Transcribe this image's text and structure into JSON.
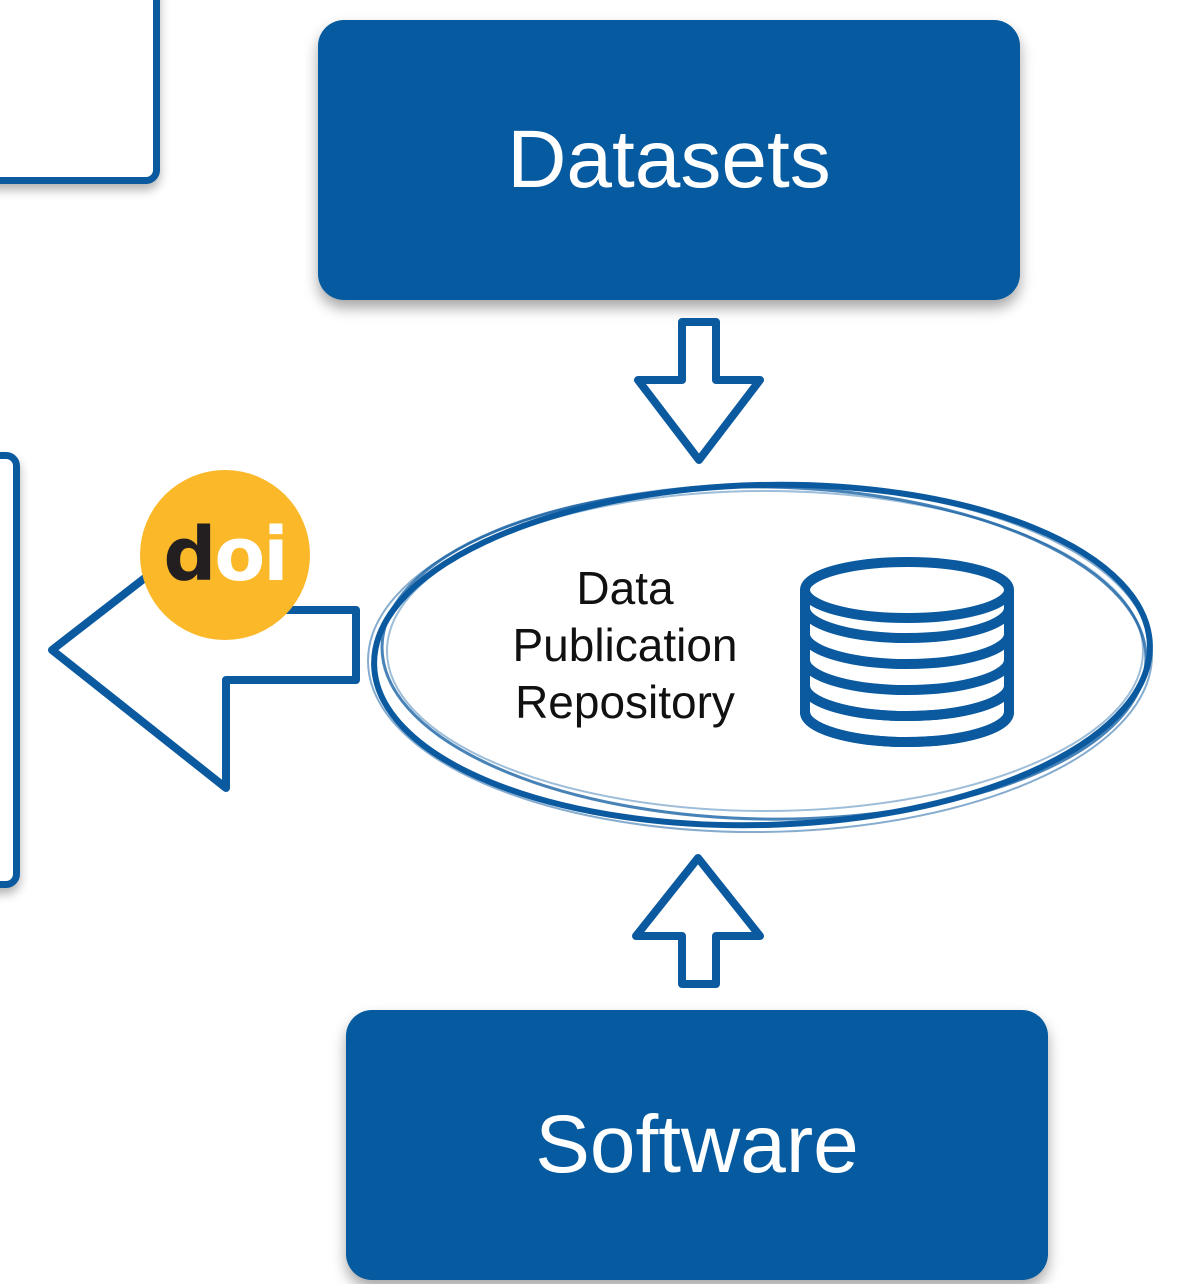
{
  "nodes": {
    "datasets": {
      "label": "Datasets"
    },
    "software": {
      "label": "Software"
    },
    "repository": {
      "lines": [
        "Data",
        "Publication",
        "Repository"
      ]
    }
  },
  "badge": {
    "d": "d",
    "oi": "oi"
  },
  "colors": {
    "primary_blue": "#055aa0",
    "doi_yellow": "#fbb829",
    "doi_dark": "#231f20",
    "accent_orange": "#f07a1a"
  },
  "icons": [
    "database-icon",
    "down-arrow-icon",
    "up-arrow-icon",
    "left-arrow-icon",
    "doi-logo-icon"
  ]
}
